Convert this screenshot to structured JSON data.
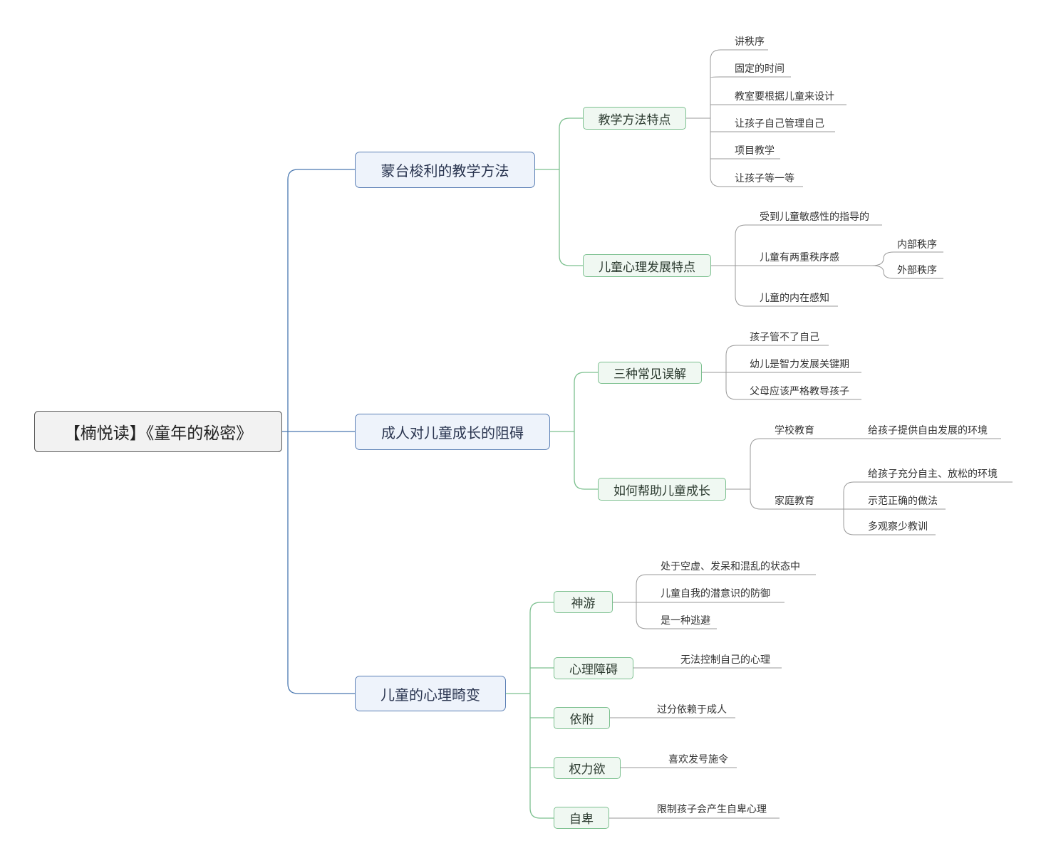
{
  "root": "【楠悦读】《童年的秘密》",
  "branches": [
    {
      "label": "蒙台梭利的教学方法",
      "children": [
        {
          "label": "教学方法特点",
          "leaves": [
            "讲秩序",
            "固定的时间",
            "教室要根据儿童来设计",
            "让孩子自己管理自己",
            "项目教学",
            "让孩子等一等"
          ]
        },
        {
          "label": "儿童心理发展特点",
          "subs": [
            {
              "label": "受到儿童敏感性的指导的",
              "leaves": []
            },
            {
              "label": "儿童有两重秩序感",
              "leaves": [
                "内部秩序",
                "外部秩序"
              ]
            },
            {
              "label": "儿童的内在感知",
              "leaves": []
            }
          ]
        }
      ]
    },
    {
      "label": "成人对儿童成长的阻碍",
      "children": [
        {
          "label": "三种常见误解",
          "leaves": [
            "孩子管不了自己",
            "幼儿是智力发展关键期",
            "父母应该严格教导孩子"
          ]
        },
        {
          "label": "如何帮助儿童成长",
          "subs": [
            {
              "label": "学校教育",
              "leaves": [
                "给孩子提供自由发展的环境"
              ]
            },
            {
              "label": "家庭教育",
              "leaves": [
                "给孩子充分自主、放松的环境",
                "示范正确的做法",
                "多观察少教训"
              ]
            }
          ]
        }
      ]
    },
    {
      "label": "儿童的心理畸变",
      "children": [
        {
          "label": "神游",
          "leaves": [
            "处于空虚、发呆和混乱的状态中",
            "儿童自我的潜意识的防御",
            "是一种逃避"
          ]
        },
        {
          "label": "心理障碍",
          "leaves": [
            "无法控制自己的心理"
          ]
        },
        {
          "label": "依附",
          "leaves": [
            "过分依赖于成人"
          ]
        },
        {
          "label": "权力欲",
          "leaves": [
            "喜欢发号施令"
          ]
        },
        {
          "label": "自卑",
          "leaves": [
            "限制孩子会产生自卑心理"
          ]
        }
      ]
    }
  ],
  "colors": {
    "branch_line": "#4a78b0",
    "sub_line": "#7cc08f",
    "leaf_line": "#999999"
  }
}
